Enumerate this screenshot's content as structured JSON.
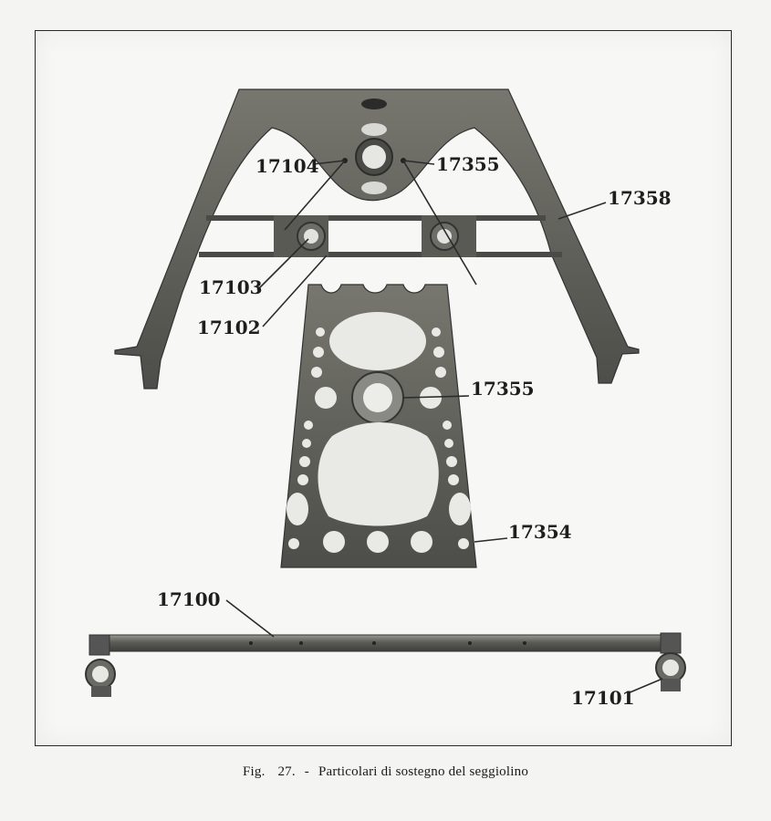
{
  "figure": {
    "caption_prefix": "Fig.",
    "caption_number": "27.",
    "caption_separator": "-",
    "caption_text": "Particolari di sostegno del seggiolino"
  },
  "callouts": [
    {
      "id": "c-17104",
      "label": "17104"
    },
    {
      "id": "c-17355-top",
      "label": "17355"
    },
    {
      "id": "c-17358",
      "label": "17358"
    },
    {
      "id": "c-17103",
      "label": "17103"
    },
    {
      "id": "c-17102",
      "label": "17102"
    },
    {
      "id": "c-17355-mid",
      "label": "17355"
    },
    {
      "id": "c-17354",
      "label": "17354"
    },
    {
      "id": "c-17100",
      "label": "17100"
    },
    {
      "id": "c-17101",
      "label": "17101"
    }
  ],
  "colors": {
    "metal": "#5e5e5a",
    "metal_dark": "#3f3f3c",
    "metal_light": "#8a8a84",
    "paper": "#f7f7f5"
  }
}
